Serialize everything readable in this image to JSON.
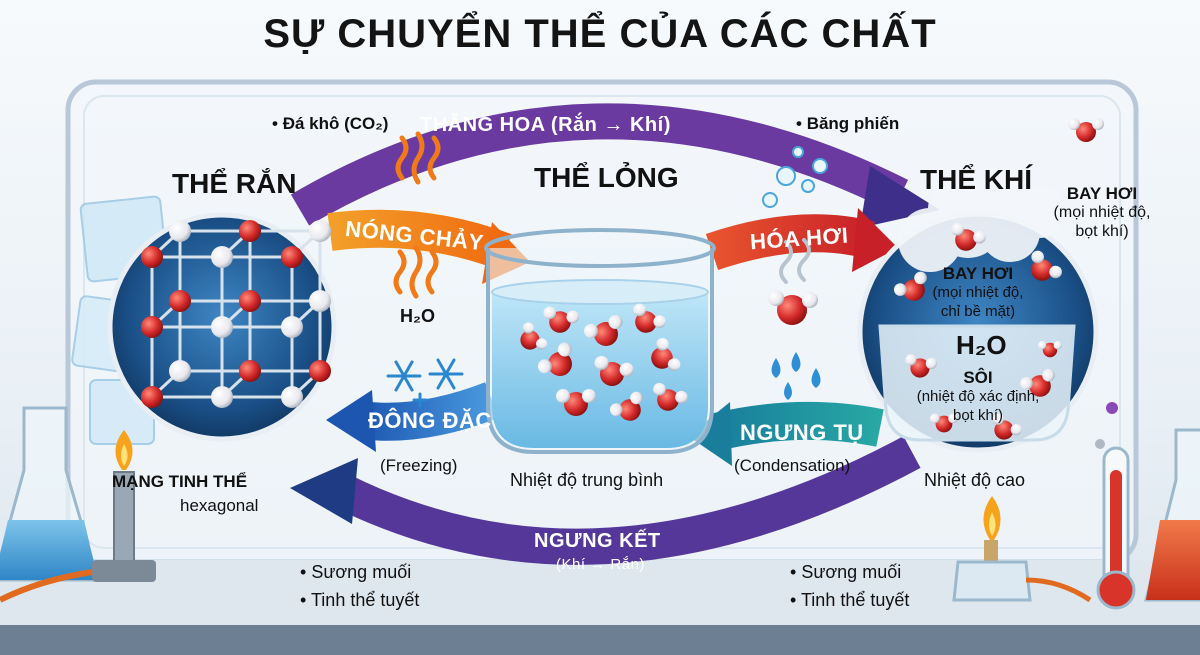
{
  "title": "SỰ CHUYỂN THỂ CỦA CÁC CHẤT",
  "states": {
    "solid": {
      "label": "THỂ RẮN",
      "caption_line1": "MẠNG TINH THỂ",
      "caption_line2": "hexagonal"
    },
    "liquid": {
      "label": "THỂ LỎNG",
      "caption": "Nhiệt độ trung bình"
    },
    "gas": {
      "label": "THỂ KHÍ",
      "caption": "Nhiệt độ cao"
    }
  },
  "transitions": {
    "sublimation": {
      "label": "THĂNG HOA (Rắn → Khí)",
      "example_left": "Đá khô (CO₂)",
      "example_right": "Băng phiến"
    },
    "melting": {
      "label": "NÓNG CHẢY",
      "formula": "H₂O"
    },
    "vaporization": {
      "label": "HÓA HƠI"
    },
    "freezing": {
      "label": "ĐÔNG ĐẶC",
      "english": "(Freezing)"
    },
    "condensation": {
      "label": "NGƯNG TỤ",
      "english": "(Condensation)"
    },
    "deposition": {
      "label": "NGƯNG KẾT",
      "sub": "(Khí → Rắn)",
      "examples_left": [
        "Sương muối",
        "Tinh thể tuyết"
      ],
      "examples_right": [
        "Sương muối",
        "Tinh thể tuyết"
      ]
    }
  },
  "gas_notes": {
    "evaporation_outside": {
      "title": "BAY HƠI",
      "line1": "(mọi nhiệt độ,",
      "line2": "bọt khí)"
    },
    "evaporation_inside": {
      "title": "BAY HƠI",
      "line1": "(mọi nhiệt độ,",
      "line2": "chỉ bề mặt)"
    },
    "formula": "H₂O",
    "boiling": {
      "title": "SÔI",
      "line1": "(nhiệt độ xác định,",
      "line2": "bọt khí)"
    }
  },
  "colors": {
    "sublimation": "#6a3aa0",
    "melting": "#f07a18",
    "vaporization": "#d8342a",
    "freezing": "#2a6ec8",
    "condensation": "#1c9aa0",
    "deposition": "#55379a",
    "circle": "#1a4f86",
    "oxygen": "#d42a2a",
    "hydrogen": "#f2f2f2"
  }
}
